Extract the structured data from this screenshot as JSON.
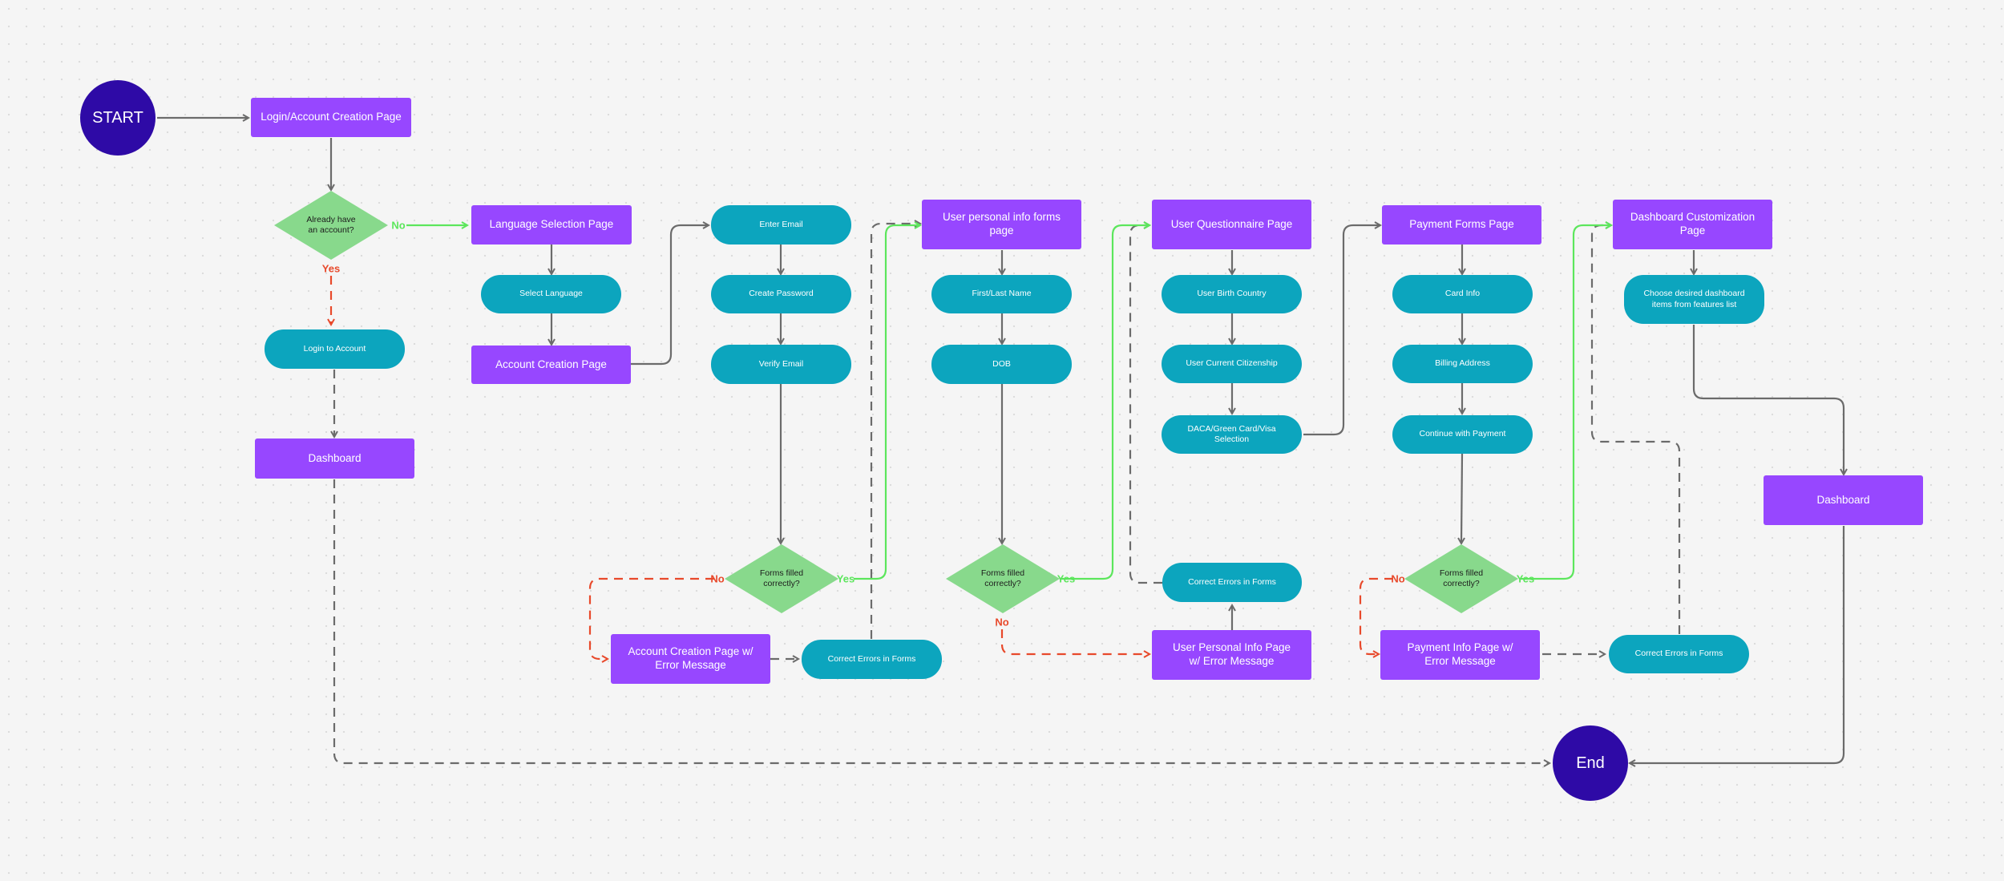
{
  "colors": {
    "page": "#9747ff",
    "step": "#0ca5be",
    "terminal": "#2e0aa6",
    "decision": "#88d98c",
    "edge": "#6b6b6b",
    "yes_edge": "#5ce65c",
    "no_edge": "#e8492b"
  },
  "nodes": {
    "start": "START",
    "login_page": "Login/Account Creation Page",
    "already_account": "Already have an account?",
    "login_to_account": "Login to Account",
    "dashboard_1": "Dashboard",
    "language_page": "Language Selection Page",
    "select_language": "Select Language",
    "account_creation_page": "Account Creation Page",
    "enter_email": "Enter Email",
    "create_password": "Create Password",
    "verify_email": "Verify Email",
    "forms_filled_1": "Forms filled correctly?",
    "account_error_page": "Account Creation Page w/ Error Message",
    "correct_errors_1": "Correct Errors in Forms",
    "personal_info_page": "User personal info forms page",
    "first_last_name": "First/Last Name",
    "dob": "DOB",
    "forms_filled_2": "Forms filled correctly?",
    "questionnaire_page": "User Questionnaire Page",
    "birth_country": "User Birth Country",
    "current_citizenship": "User Current Citizenship",
    "visa_selection": "DACA/Green Card/Visa Selection",
    "correct_errors_2": "Correct Errors in Forms",
    "personal_info_error_page": "User Personal Info Page w/ Error Message",
    "payment_page": "Payment Forms Page",
    "card_info": "Card Info",
    "billing_address": "Billing Address",
    "continue_payment": "Continue with Payment",
    "forms_filled_3": "Forms filled correctly?",
    "payment_error_page": "Payment Info Page w/ Error Message",
    "correct_errors_3": "Correct Errors in Forms",
    "dashboard_custom_page": "Dashboard Customization Page",
    "choose_items": "Choose desired dashboard items from features list",
    "dashboard_2": "Dashboard",
    "end": "End"
  },
  "edge_labels": {
    "no": "No",
    "yes": "Yes"
  }
}
